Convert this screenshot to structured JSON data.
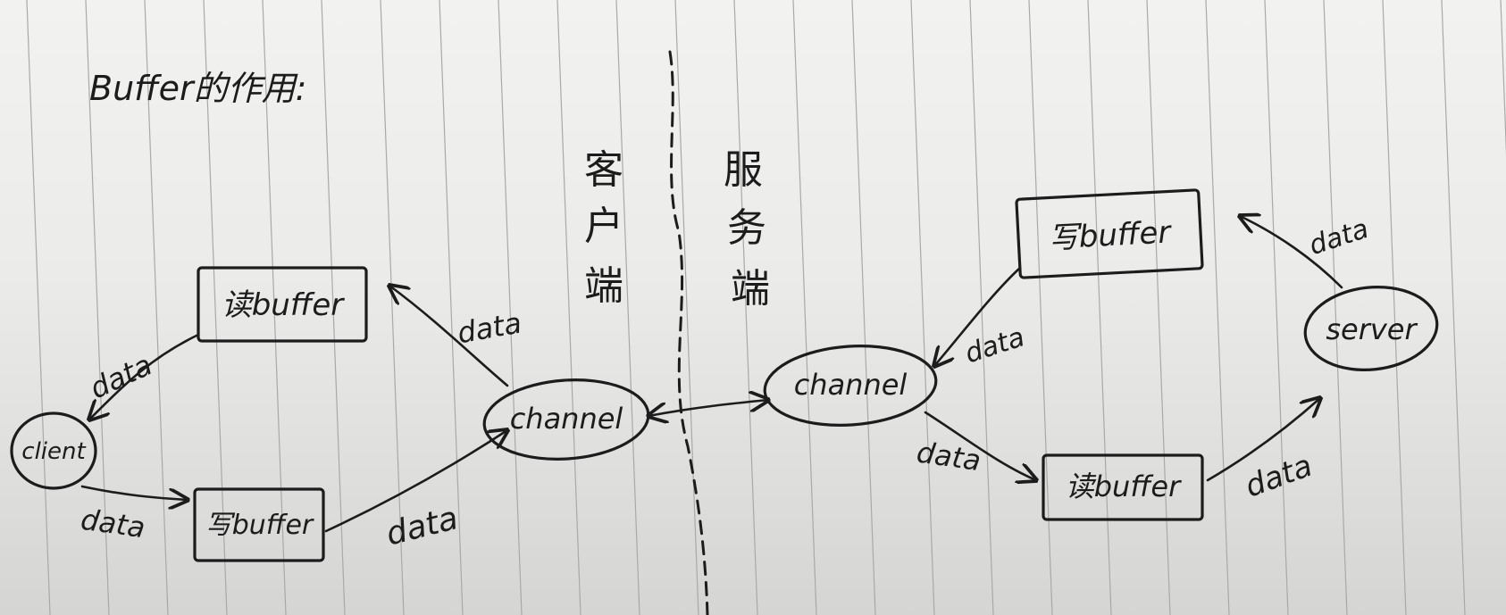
{
  "title": "Buffer的作用:",
  "client_side": {
    "label_chars": [
      "客",
      "户",
      "端"
    ],
    "client": "client",
    "read_buffer": "读buffer",
    "write_buffer": "写buffer",
    "channel": "channel"
  },
  "server_side": {
    "label_chars": [
      "服",
      "务",
      "端"
    ],
    "server": "server",
    "read_buffer": "读buffer",
    "write_buffer": "写buffer",
    "channel": "channel"
  },
  "edge_label": "data",
  "colors": {
    "ink": "#1c1c1c",
    "paper": "#ececea",
    "rule": "#a9a9a9"
  }
}
